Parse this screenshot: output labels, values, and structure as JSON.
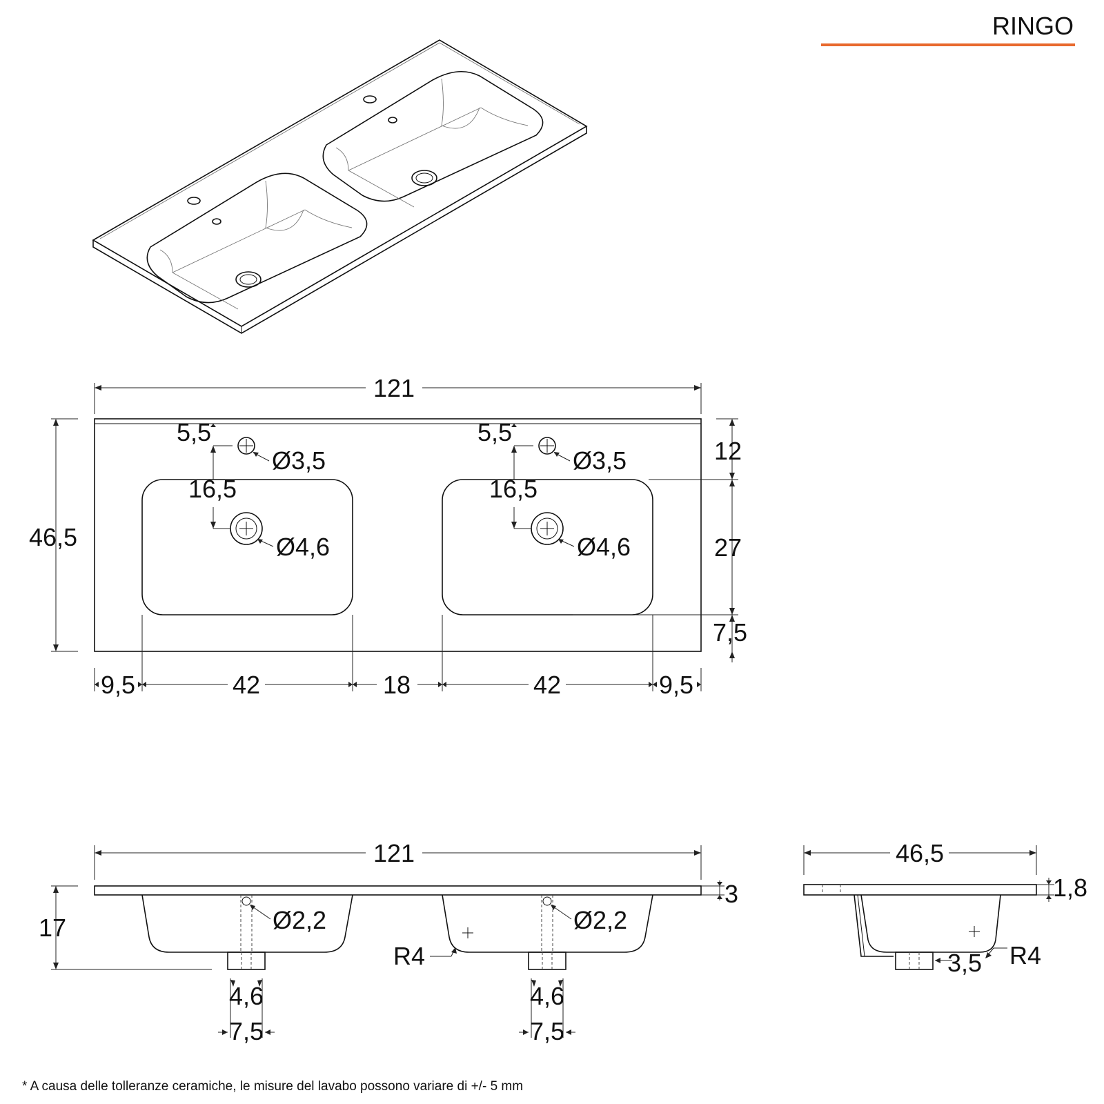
{
  "header": {
    "title": "RINGO",
    "accent_color": "#e8692d"
  },
  "note": "* A causa delle tolleranze ceramiche, le misure del lavabo possono variare di +/- 5 mm",
  "top_view": {
    "total_width": "121",
    "total_depth": "46,5",
    "left_basin": {
      "tap_offset": "5,5",
      "tap_hole": "Ø3,5",
      "drain_offset": "16,5",
      "drain_hole": "Ø4,6"
    },
    "right_basin": {
      "tap_offset": "5,5",
      "tap_hole": "Ø3,5",
      "drain_offset": "16,5",
      "drain_hole": "Ø4,6"
    },
    "right_dims": {
      "back_margin": "12",
      "basin_depth": "27",
      "front_margin": "7,5"
    },
    "bottom_dims": {
      "side_left": "9,5",
      "basin_left": "42",
      "gap": "18",
      "basin_right": "42",
      "side_right": "9,5"
    }
  },
  "front_view": {
    "total_width": "121",
    "thickness": "3",
    "height": "17",
    "left_overflow": "Ø2,2",
    "right_overflow": "Ø2,2",
    "radius": "R4",
    "left_drain": {
      "inner": "4,6",
      "outer": "7,5"
    },
    "right_drain": {
      "inner": "4,6",
      "outer": "7,5"
    }
  },
  "side_view": {
    "depth": "46,5",
    "thickness": "1,8",
    "drain_offset": "3,5",
    "radius": "R4"
  }
}
